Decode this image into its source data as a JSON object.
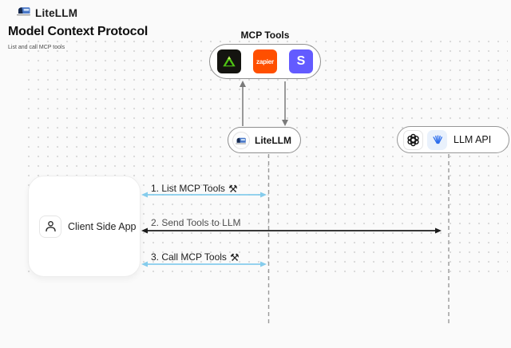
{
  "header": {
    "app_name": "LiteLLM"
  },
  "title": "Model Context Protocol",
  "subtitle": "List and call MCP tools",
  "mcp": {
    "label": "MCP Tools",
    "tools": [
      {
        "name": "green-triangle-tool"
      },
      {
        "name": "zapier",
        "label": "zapier",
        "color": "#ff4f00"
      },
      {
        "name": "stripe",
        "label": "S",
        "color": "#635bff"
      }
    ]
  },
  "nodes": {
    "litellm": {
      "label": "LiteLLM"
    },
    "llm_api": {
      "label": "LLM API"
    },
    "client": {
      "label": "Client Side App"
    }
  },
  "sequence": [
    {
      "label": "1. List MCP Tools",
      "icon": "⚒",
      "arrow_color": "#85ccec",
      "from": "Client Side App",
      "to": "LiteLLM"
    },
    {
      "label": "2. Send Tools to LLM",
      "icon": "",
      "arrow_color": "#1b1b1b",
      "from": "Client Side App",
      "to": "LLM API"
    },
    {
      "label": "3. Call MCP Tools",
      "icon": "⚒",
      "arrow_color": "#85ccec",
      "from": "Client Side App",
      "to": "LiteLLM"
    }
  ],
  "colors": {
    "background": "#fafafa",
    "blue_arrow": "#85ccec",
    "black_arrow": "#1b1b1b",
    "gray_arrow": "#7a7a7a",
    "dashed_line": "#9a9a9a",
    "zapier_orange": "#ff4f00",
    "stripe_purple": "#635bff"
  }
}
